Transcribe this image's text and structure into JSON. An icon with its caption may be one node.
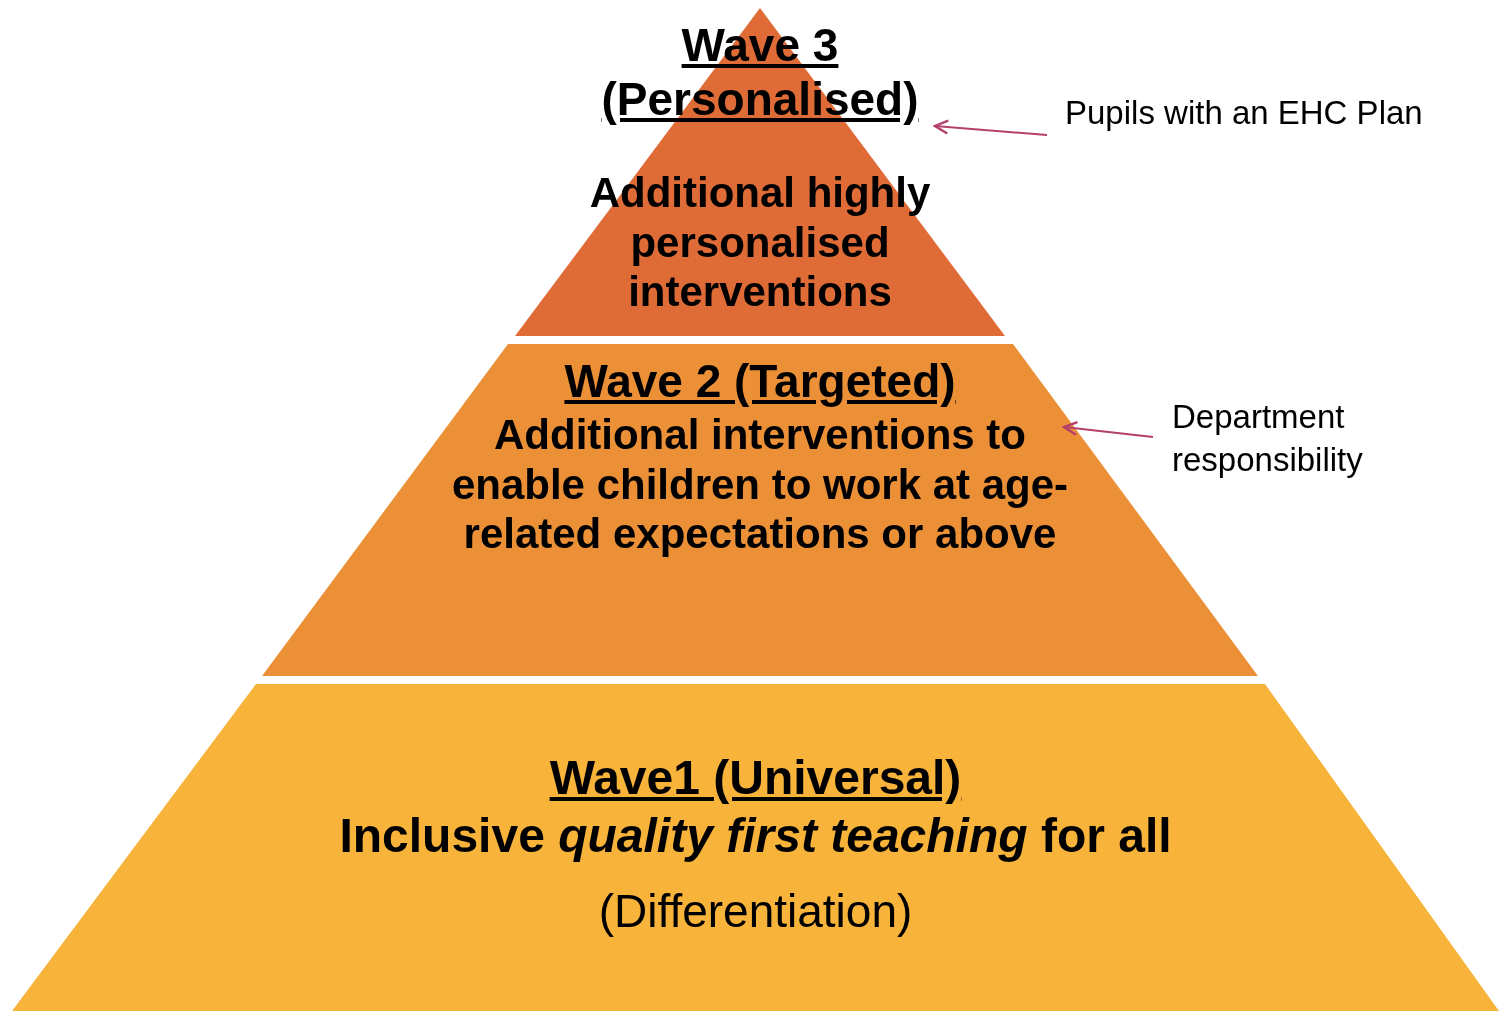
{
  "diagram": {
    "nodes": [
      {
        "text": [
          "Wave 3 (Personalised)",
          "Additional highly personalised interventions"
        ]
      },
      {
        "text": [
          "Wave 2 (Targeted)",
          "Additional interventions to enable children to work at age-related expectations or above"
        ]
      },
      {
        "text": [
          "Wave1 (Universal)",
          "Inclusive *quality first teaching* for all",
          "(Differentiation)"
        ]
      },
      {
        "text": [
          "Pupils with an EHC Plan"
        ]
      },
      {
        "text": [
          "Department responsibility"
        ]
      }
    ],
    "edges": [
      {
        "from": 3,
        "to": 0,
        "arrow": "to"
      },
      {
        "from": 4,
        "to": 1,
        "arrow": "to"
      }
    ]
  }
}
